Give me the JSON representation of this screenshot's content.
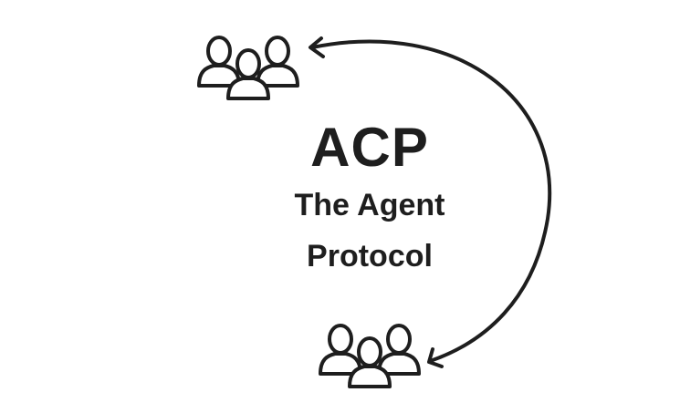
{
  "title": "ACP",
  "subtitle_line1": "The Agent",
  "subtitle_line2": "Protocol",
  "icons": {
    "top_group": "people-group-icon",
    "bottom_group": "people-group-icon",
    "connector": "curved-double-arrow-icon"
  },
  "colors": {
    "ink": "#1e1e1e",
    "background": "#ffffff"
  }
}
